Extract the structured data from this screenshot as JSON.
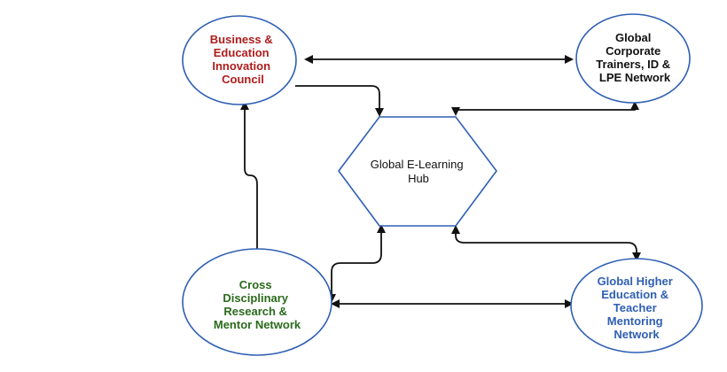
{
  "colors": {
    "node_outline": "#2f5fb3",
    "connector": "#111111",
    "business_text": "#b01c1c",
    "cross_text": "#2a6a1b",
    "corporate_text": "#111111",
    "higher_ed_text": "#2f5fb3",
    "hub_text": "#111111"
  },
  "nodes": {
    "business": {
      "lines": [
        "Business &",
        "Education",
        "Innovation",
        "Council"
      ]
    },
    "corporate": {
      "lines": [
        "Global",
        "Corporate",
        "Trainers, ID &",
        "LPE Network"
      ]
    },
    "hub": {
      "lines": [
        "Global E-Learning",
        "Hub"
      ]
    },
    "cross": {
      "lines": [
        "Cross",
        "Disciplinary",
        "Research &",
        "Mentor Network"
      ]
    },
    "higher_ed": {
      "lines": [
        "Global Higher",
        "Education &",
        "Teacher",
        "Mentoring",
        "Network"
      ]
    }
  },
  "connections": [
    {
      "from": "business",
      "to": "corporate",
      "arrows": "both"
    },
    {
      "from": "business",
      "to": "hub",
      "arrows": "end"
    },
    {
      "from": "corporate",
      "to": "hub",
      "arrows": "both"
    },
    {
      "from": "cross",
      "to": "business",
      "arrows": "end"
    },
    {
      "from": "cross",
      "to": "hub",
      "arrows": "both"
    },
    {
      "from": "cross",
      "to": "higher_ed",
      "arrows": "both"
    },
    {
      "from": "hub",
      "to": "higher_ed",
      "arrows": "both"
    }
  ]
}
